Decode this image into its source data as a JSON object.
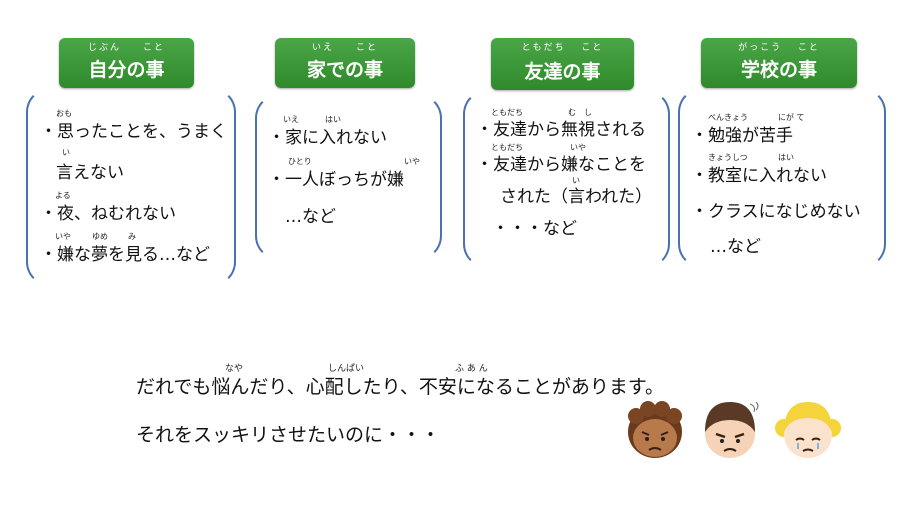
{
  "cards": [
    {
      "title": "自分の事",
      "title_ruby": "じぶん　　こと",
      "lines": [
        "・思ったことを、うまく",
        "言えない",
        "・夜、ねむれない",
        "・嫌な夢を見る…など"
      ],
      "rubies": [
        "おも",
        "い",
        "よる",
        "いや",
        "ゆめ",
        "み"
      ]
    },
    {
      "title": "家での事",
      "title_ruby": "いえ　　こと",
      "lines": [
        "・家に入れない",
        "・一人ぼっちが嫌",
        "…など"
      ],
      "rubies": [
        "いえ",
        "はい",
        "ひとり",
        "いや"
      ]
    },
    {
      "title": "友達の事",
      "title_ruby": "ともだち　 こと",
      "lines": [
        "・友達から無視される",
        "・友達から嫌なことを",
        "された（言われた）",
        "・・・など"
      ],
      "rubies": [
        "ともだち",
        "む　し",
        "ともだち",
        "いや",
        "い"
      ]
    },
    {
      "title": "学校の事",
      "title_ruby": "がっこう　 こと",
      "lines": [
        "・勉強が苦手",
        "・教室に入れない",
        "・クラスになじめない",
        "…など"
      ],
      "rubies": [
        "べんきょう",
        "にが て",
        "きょうしつ",
        "はい"
      ]
    }
  ],
  "message": {
    "line1": "だれでも悩んだり、心配したり、不安になることがあります。",
    "line2": "それをスッキリさせたいのに・・・",
    "rubies": [
      "なや",
      "しんぱい",
      "ふ あ ん"
    ]
  },
  "colors": {
    "header_green": "#3a9a37",
    "body_border_blue": "#4a72b0"
  },
  "icons": [
    "worried-boy-icon",
    "angry-boy-icon",
    "crying-girl-icon"
  ]
}
